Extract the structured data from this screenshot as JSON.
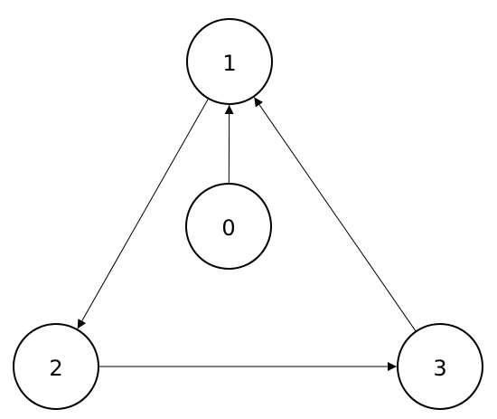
{
  "diagram": {
    "type": "directed-graph",
    "nodes": [
      {
        "id": "n1",
        "label": "1"
      },
      {
        "id": "n0",
        "label": "0"
      },
      {
        "id": "n2",
        "label": "2"
      },
      {
        "id": "n3",
        "label": "3"
      }
    ],
    "edges": [
      {
        "from": "n0",
        "to": "n1"
      },
      {
        "from": "n1",
        "to": "n2"
      },
      {
        "from": "n2",
        "to": "n3"
      },
      {
        "from": "n3",
        "to": "n1"
      }
    ],
    "colors": {
      "stroke": "#000000",
      "fill": "#ffffff",
      "background": "#ffffff"
    }
  }
}
